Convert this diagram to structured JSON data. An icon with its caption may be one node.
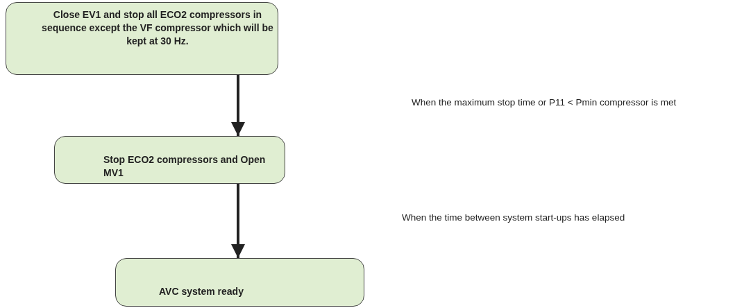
{
  "diagram": {
    "nodes": [
      {
        "text": [
          "Close EV1 and stop all ECO2 compressors in sequence except the VF compressor which will be kept at 30 Hz."
        ]
      },
      {
        "text": [
          "Stop ECO2 compressors and Open MV1"
        ]
      },
      {
        "text": [
          "AVC system ready"
        ]
      }
    ],
    "edges": [
      {
        "from": 0,
        "to": 1,
        "arrow": "to"
      },
      {
        "from": 1,
        "to": 2,
        "arrow": "to"
      }
    ],
    "labels": [
      "When the maximum stop time or P11 < Pmin compressor is met",
      "When the time between system start-ups has elapsed"
    ]
  }
}
